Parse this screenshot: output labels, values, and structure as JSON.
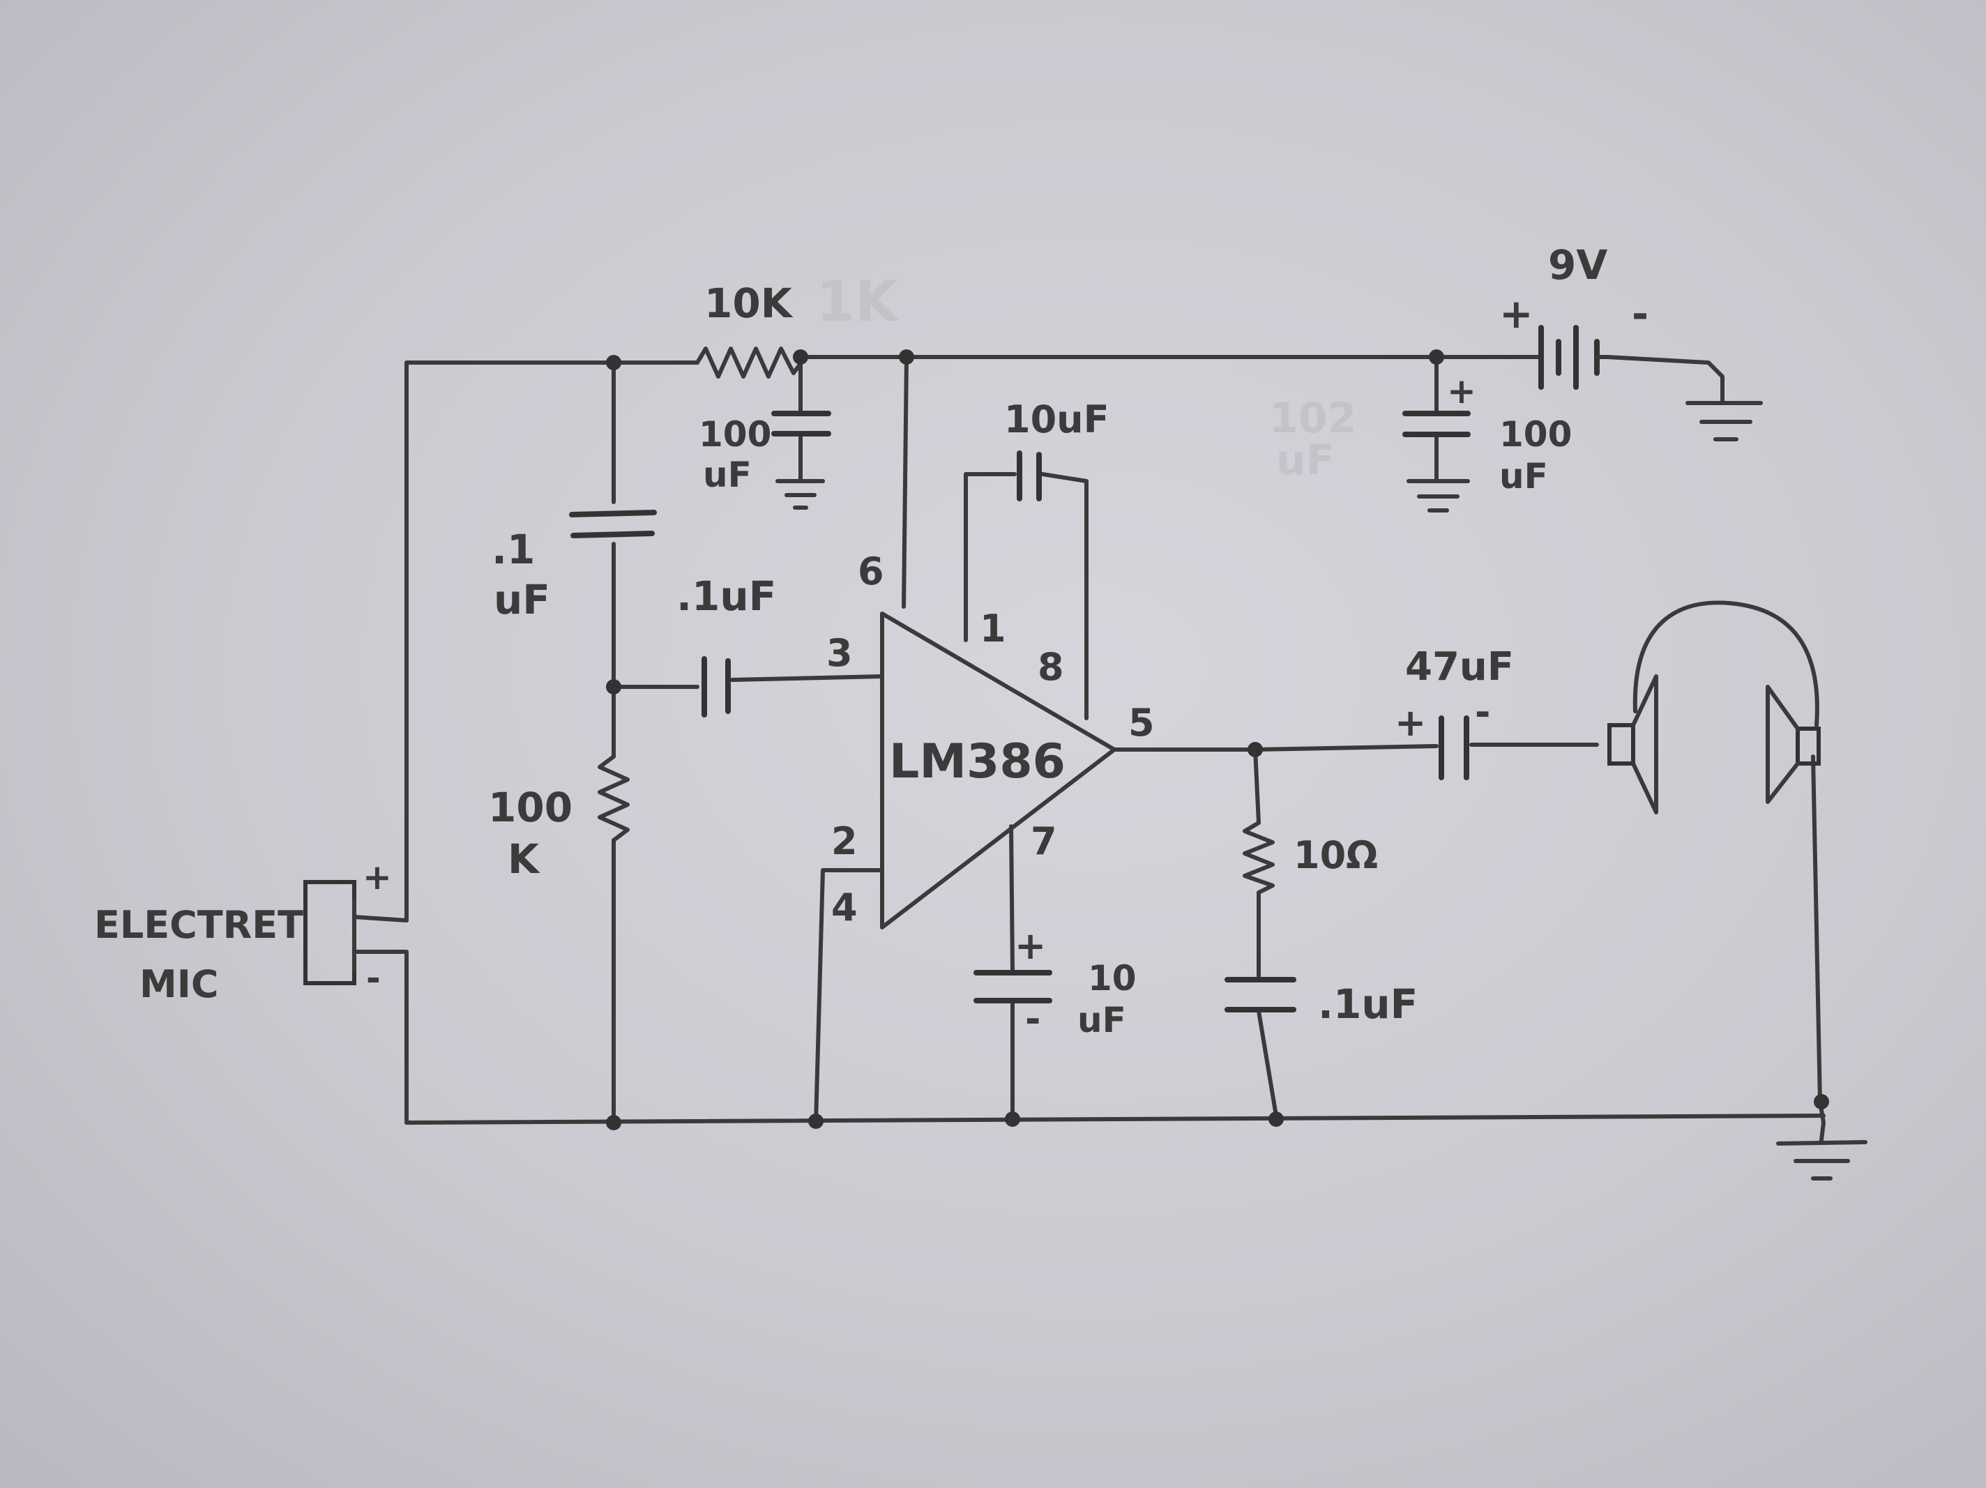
{
  "colors": {
    "paper": "#cfced5",
    "ink": "#3a3a3a"
  },
  "labels": {
    "ic": "LM386",
    "r_top": "10K",
    "c_top_val": "100",
    "c_top_unit": "uF",
    "c_right_val": "100",
    "c_right_unit": "uF",
    "battery": "9V",
    "batt_plus": "+",
    "batt_minus": "-",
    "c_right_plus": "+",
    "c_feedback": "10uF",
    "c_left_val": ".1",
    "c_left_unit": "uF",
    "c_input": ".1uF",
    "r_bias_val": "100",
    "r_bias_unit": "K",
    "pin1": "1",
    "pin2": "2",
    "pin3": "3",
    "pin4": "4",
    "pin5": "5",
    "pin6": "6",
    "pin7": "7",
    "pin8": "8",
    "c_bypass_plus": "+",
    "c_bypass_minus": "-",
    "c_bypass_val": "10",
    "c_bypass_unit": "uF",
    "c_out": "47uF",
    "c_out_plus": "+",
    "c_out_minus": "-",
    "r_zobel": "10Ω",
    "c_zobel": ".1uF",
    "mic_line1": "ELECTRET",
    "mic_line2": "MIC",
    "mic_plus": "+",
    "mic_minus": "-"
  },
  "ghost_labels": {
    "g1": "1K",
    "g2": "102",
    "g3": "uF"
  }
}
